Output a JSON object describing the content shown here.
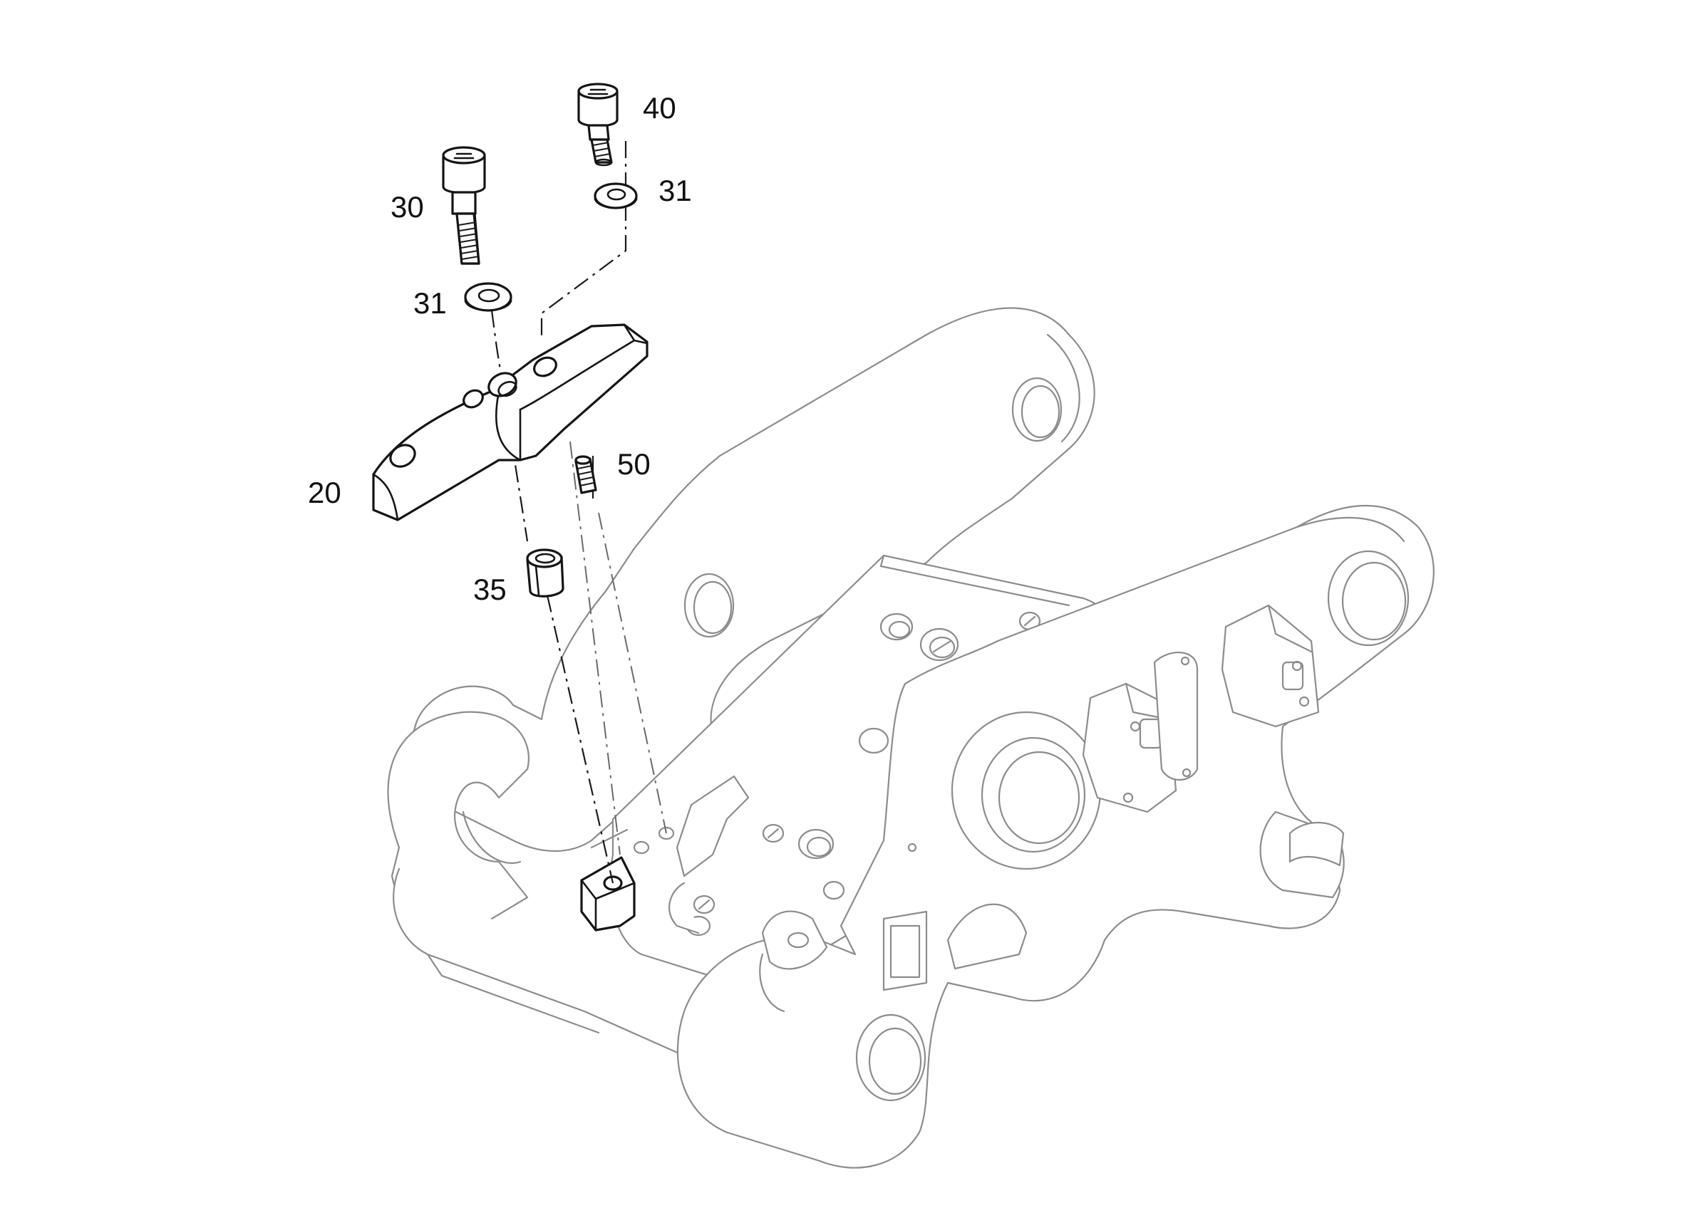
{
  "callouts": {
    "p20": "20",
    "p30": "30",
    "p31a": "31",
    "p31b": "31",
    "p35": "35",
    "p40": "40",
    "p50": "50"
  },
  "colors": {
    "line": "#151515",
    "faint_line": "#8c8c8c",
    "background": "#ffffff"
  }
}
